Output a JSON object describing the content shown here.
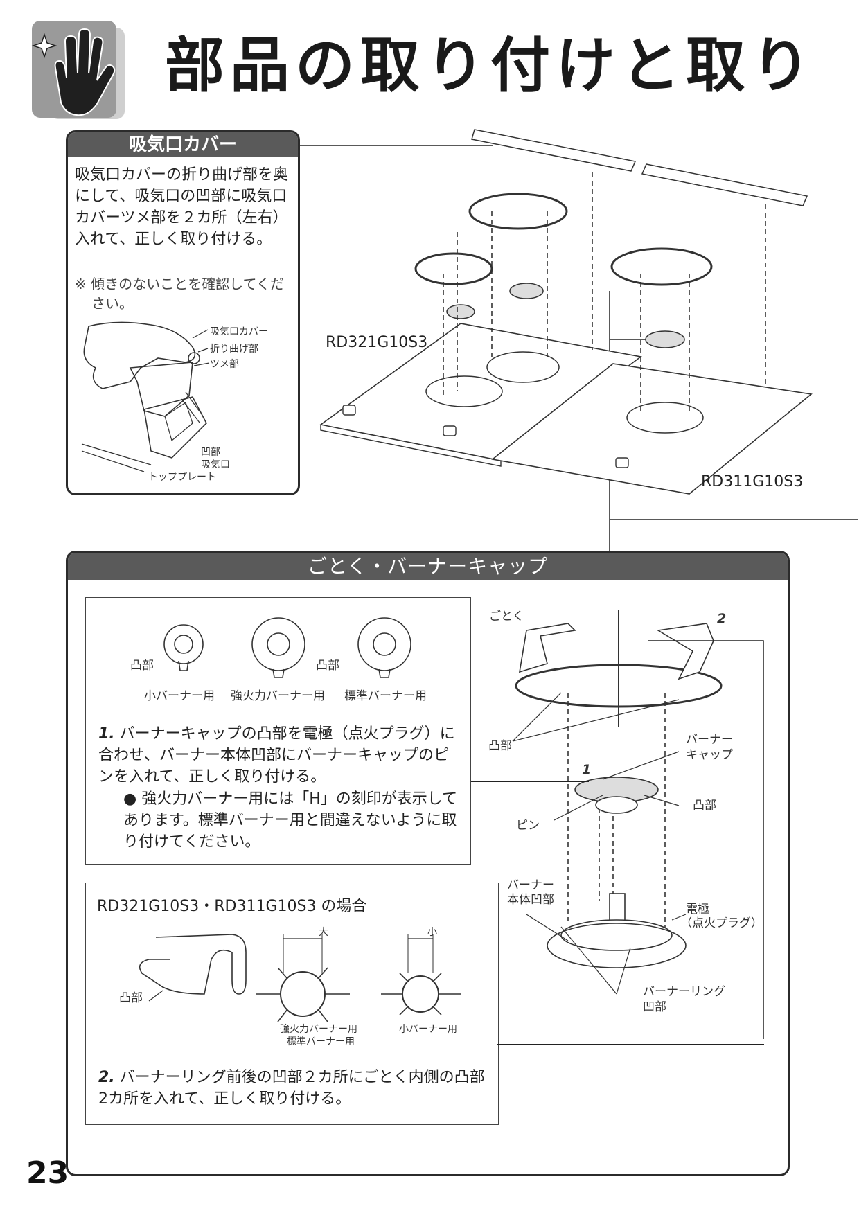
{
  "page": {
    "title": "部品の取り付けと取り",
    "number": "23"
  },
  "intake_cover": {
    "heading": "吸気口カバー",
    "body": "吸気口カバーの折り曲げ部を奥にして、吸気口の凹部に吸気口カバーツメ部を２カ所（左右）入れて、正しく取り付ける。",
    "note": "※ 傾きのないことを確認してください。",
    "labels": {
      "cover": "吸気口カバー",
      "fold": "折り曲げ部",
      "tab": "ツメ部",
      "recess": "凹部",
      "intake": "吸気口",
      "top_plate": "トッププレート"
    }
  },
  "models": {
    "left": "RD321G10S3",
    "right": "RD311G10S3"
  },
  "gotoku": {
    "heading": "ごとく・バーナーキャップ",
    "cap_labels": {
      "convex1": "凸部",
      "convex2": "凸部",
      "small": "小バーナー用",
      "strong": "強火力バーナー用",
      "standard": "標準バーナー用"
    },
    "step1": {
      "num": "1.",
      "text": "バーナーキャップの凸部を電極（点火プラグ）に合わせ、バーナー本体凹部にバーナーキャップのピンを入れて、正しく取り付ける。",
      "bullet": "強火力バーナー用には「H」の刻印が表示してあります。標準バーナー用と間違えないように取り付けてください。"
    },
    "case_title": "RD321G10S3・RD311G10S3 の場合",
    "case_labels": {
      "convex": "凸部",
      "big": "大",
      "small": "小",
      "strong_std": "強火力バーナー用",
      "std": "標準バーナー用",
      "small_burner": "小バーナー用"
    },
    "step2": {
      "num": "2.",
      "text": "バーナーリング前後の凹部２カ所にごとく内側の凸部2カ所を入れて、正しく取り付ける。"
    },
    "diagram_labels": {
      "gotoku": "ごとく",
      "n2": "2",
      "convex_left": "凸部",
      "burner_cap1": "バーナー",
      "burner_cap2": "キャップ",
      "n1": "1",
      "convex_right": "凸部",
      "pin": "ピン",
      "body_recess1": "バーナー",
      "body_recess2": "本体凹部",
      "electrode1": "電極",
      "electrode2": "（点火プラグ）",
      "ring1": "バーナーリング",
      "ring2": "凹部"
    }
  }
}
